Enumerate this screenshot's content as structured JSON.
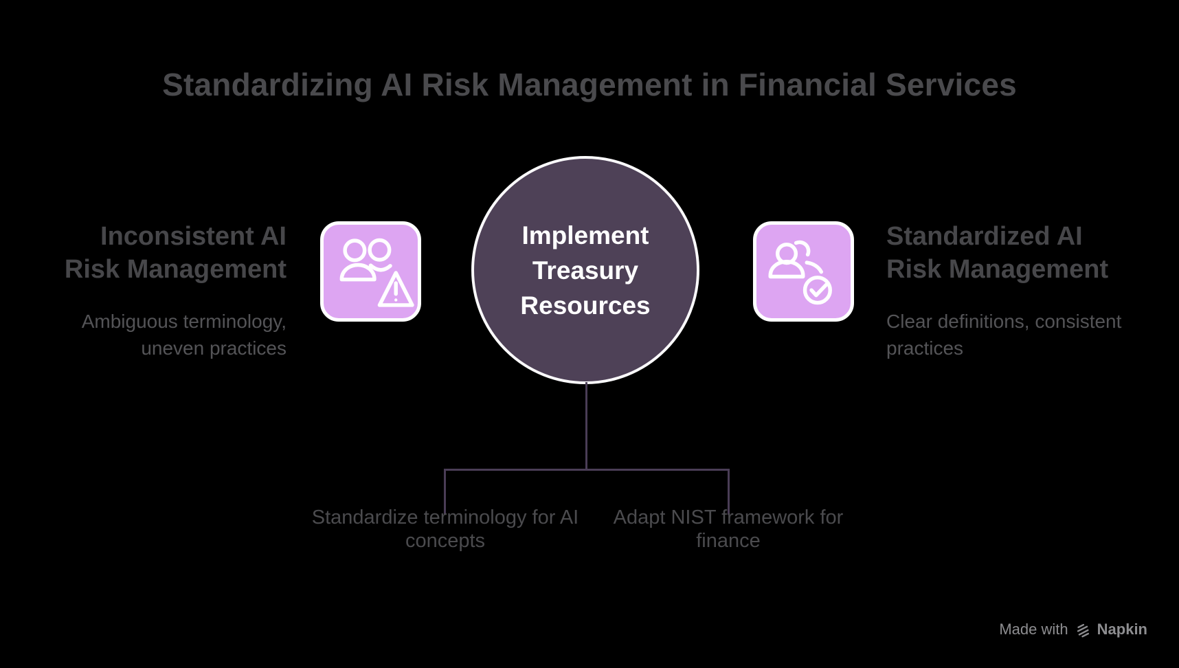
{
  "title": "Standardizing AI Risk Management in Financial Services",
  "problem": {
    "heading": "Inconsistent AI Risk Management",
    "description": "Ambiguous terminology, uneven practices",
    "icon": "people-warning-icon"
  },
  "solution": {
    "heading": "Standardized AI Risk Management",
    "description": "Clear definitions, consistent practices",
    "icon": "people-check-icon"
  },
  "center_node": {
    "label": "Implement Treasury Resources"
  },
  "branches": [
    {
      "label": "Standardize terminology for AI concepts"
    },
    {
      "label": "Adapt NIST framework for finance"
    }
  ],
  "credit": {
    "prefix": "Made with",
    "brand": "Napkin",
    "logo": "napkin-logo-icon"
  },
  "colors": {
    "background": "#000000",
    "node_fill": "#4e4157",
    "node_border": "#ffffff",
    "card_fill": "#dda5f2",
    "card_border": "#ffffff",
    "icon_stroke": "#ffffff",
    "connector": "#4a3d56",
    "title_text": "#4a4a4d",
    "heading_text": "#47474a",
    "body_text": "#545457",
    "branch_text": "#4b4b4e",
    "credit_text": "#8d8d90"
  }
}
